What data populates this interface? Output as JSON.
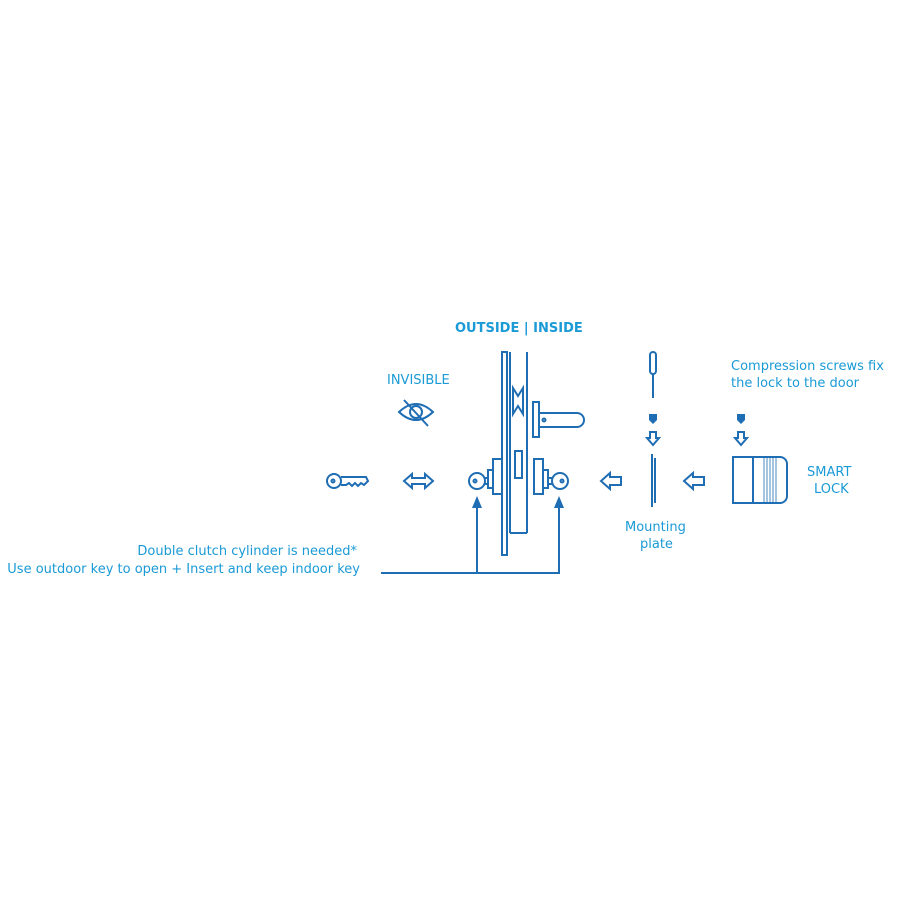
{
  "labels": {
    "outside_inside": "OUTSIDE | INSIDE",
    "invisible": "INVISIBLE",
    "compression": [
      "Compression screws fix",
      "the lock to the door"
    ],
    "smart_lock": [
      "SMART",
      "LOCK"
    ],
    "mounting_plate": [
      "Mounting",
      "plate"
    ],
    "cylinder_note": [
      "Double clutch cylinder is needed*",
      "Use outdoor key to open + Insert and keep indoor key"
    ]
  },
  "colors": {
    "text": "#1a9ad6",
    "line": "#1f6db3"
  }
}
